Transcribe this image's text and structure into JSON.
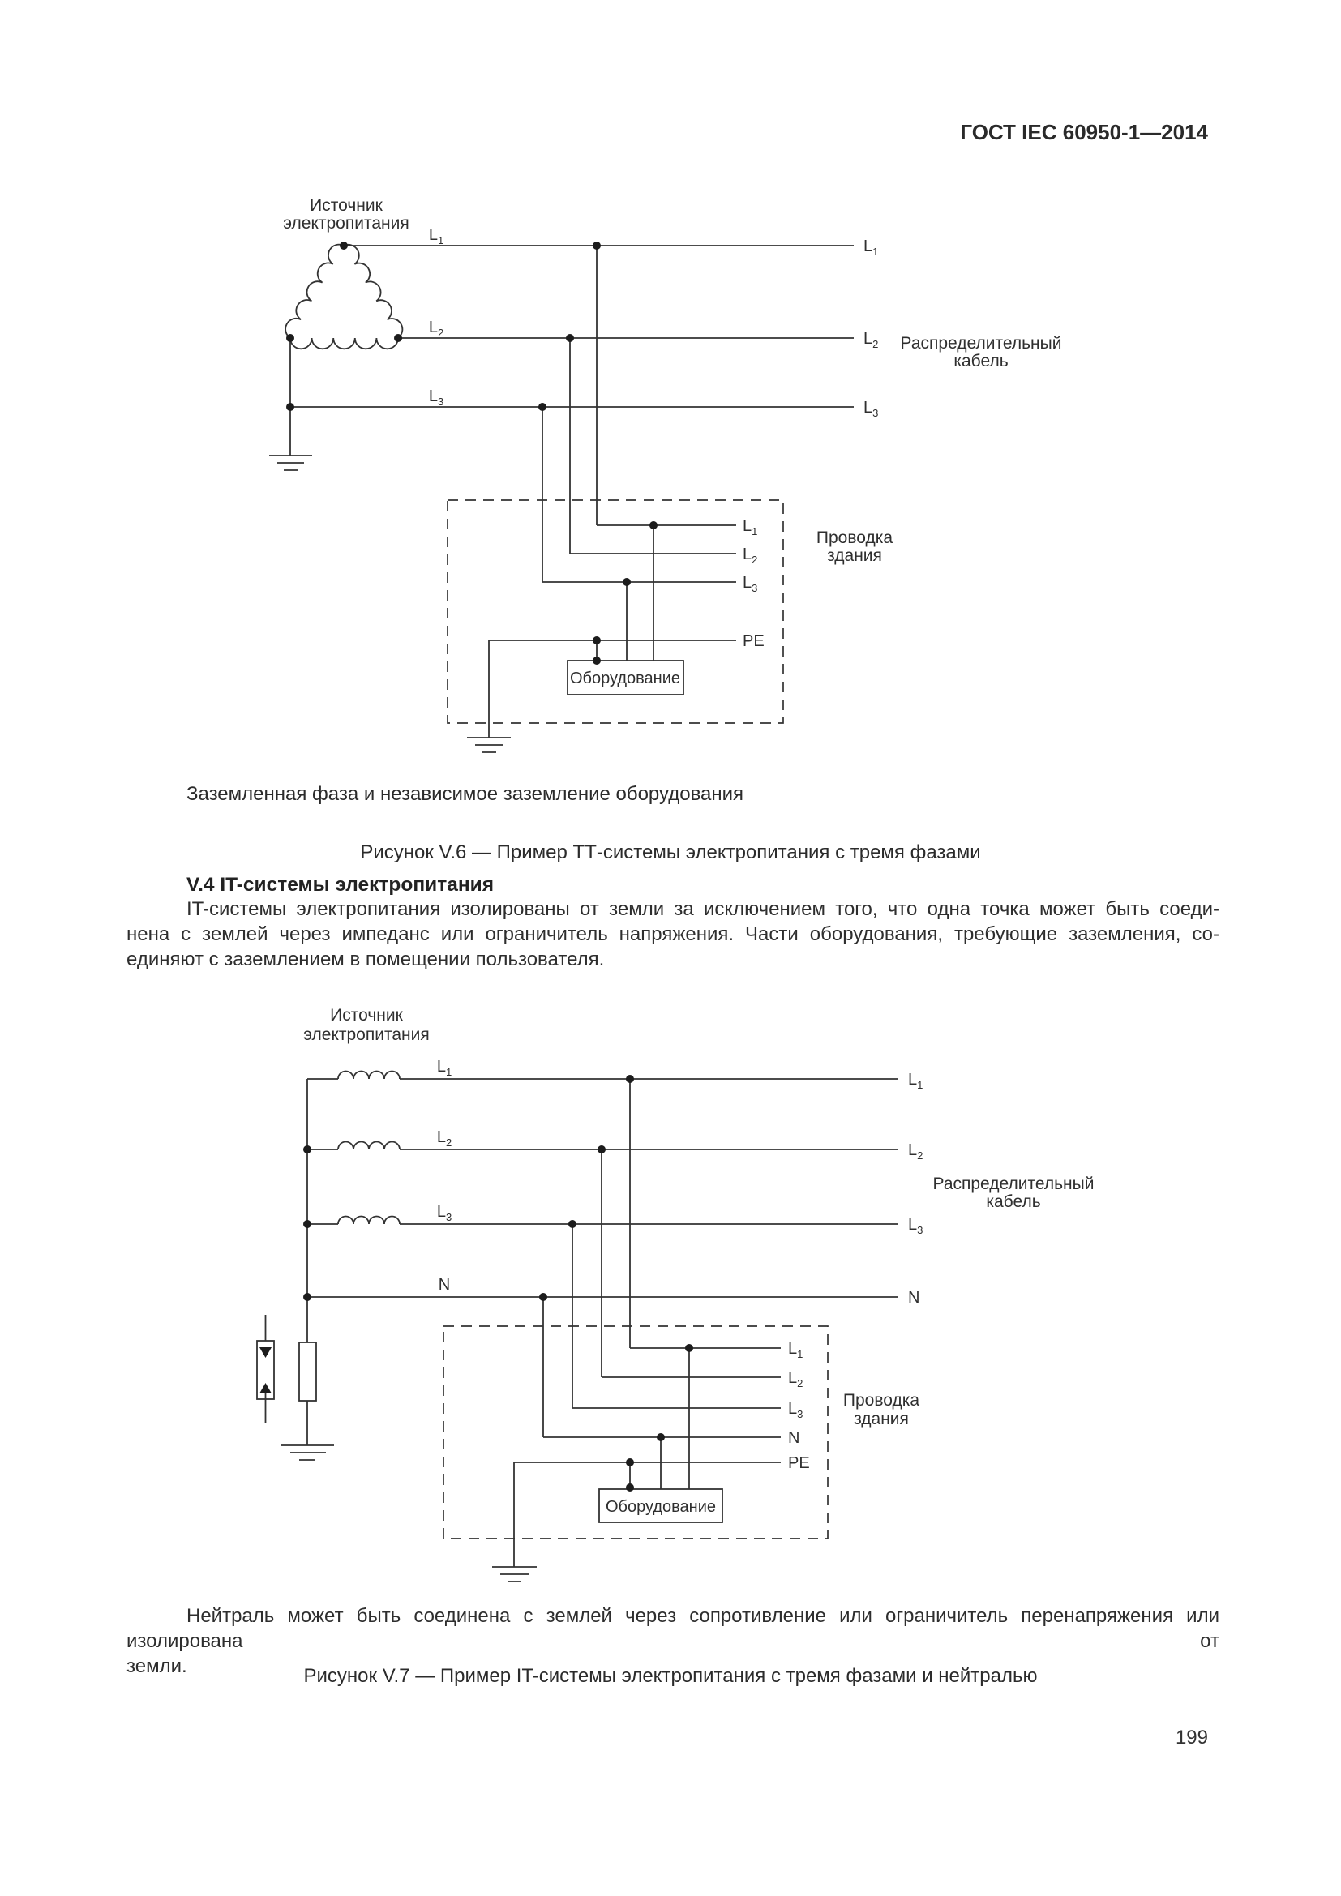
{
  "header": {
    "title": "ГОСТ IEC 60950-1—2014"
  },
  "footer": {
    "page_number": "199"
  },
  "fig_v6": {
    "source": {
      "line1": "Источник",
      "line2": "электропитания"
    },
    "lines": [
      {
        "base": "L",
        "sub": "1"
      },
      {
        "base": "L",
        "sub": "2"
      },
      {
        "base": "L",
        "sub": "3"
      }
    ],
    "cable": {
      "line1": "Распределительный",
      "line2": "кабель"
    },
    "wiring": {
      "line1": "Проводка",
      "line2": "здания"
    },
    "bldg": [
      {
        "base": "L",
        "sub": "1"
      },
      {
        "base": "L",
        "sub": "2"
      },
      {
        "base": "L",
        "sub": "3"
      },
      {
        "base": "PE",
        "sub": ""
      }
    ],
    "equipment": "Оборудование",
    "caption": "Заземленная фаза и независимое заземление оборудования",
    "title": "Рисунок V.6 — Пример ТТ-системы электропитания с тремя фазами"
  },
  "section_v4": {
    "heading": "V.4 IT-системы электропитания",
    "para": {
      "line1": "IT-системы электропитания изолированы от земли за исключением того, что одна точка может быть соеди-",
      "line2": "нена с землей через импеданс или ограничитель напряжения. Части оборудования, требующие заземления, со-",
      "line3": "единяют с заземлением в помещении пользователя."
    }
  },
  "fig_v7": {
    "source": {
      "line1": "Источник",
      "line2": "электропитания"
    },
    "lines": [
      {
        "base": "L",
        "sub": "1"
      },
      {
        "base": "L",
        "sub": "2"
      },
      {
        "base": "L",
        "sub": "3"
      },
      {
        "base": "N",
        "sub": ""
      }
    ],
    "cable": {
      "line1": "Распределительный",
      "line2": "кабель"
    },
    "wiring": {
      "line1": "Проводка",
      "line2": "здания"
    },
    "bldg": [
      {
        "base": "L",
        "sub": "1"
      },
      {
        "base": "L",
        "sub": "2"
      },
      {
        "base": "L",
        "sub": "3"
      },
      {
        "base": "N",
        "sub": ""
      },
      {
        "base": "PE",
        "sub": ""
      }
    ],
    "equipment": "Оборудование",
    "note": {
      "line1": "Нейтраль может быть соединена с землей через сопротивление или ограничитель перенапряжения или изолирована от",
      "line2": "земли."
    },
    "title": "Рисунок V.7 — Пример IT-системы электропитания с тремя фазами и нейтралью"
  }
}
